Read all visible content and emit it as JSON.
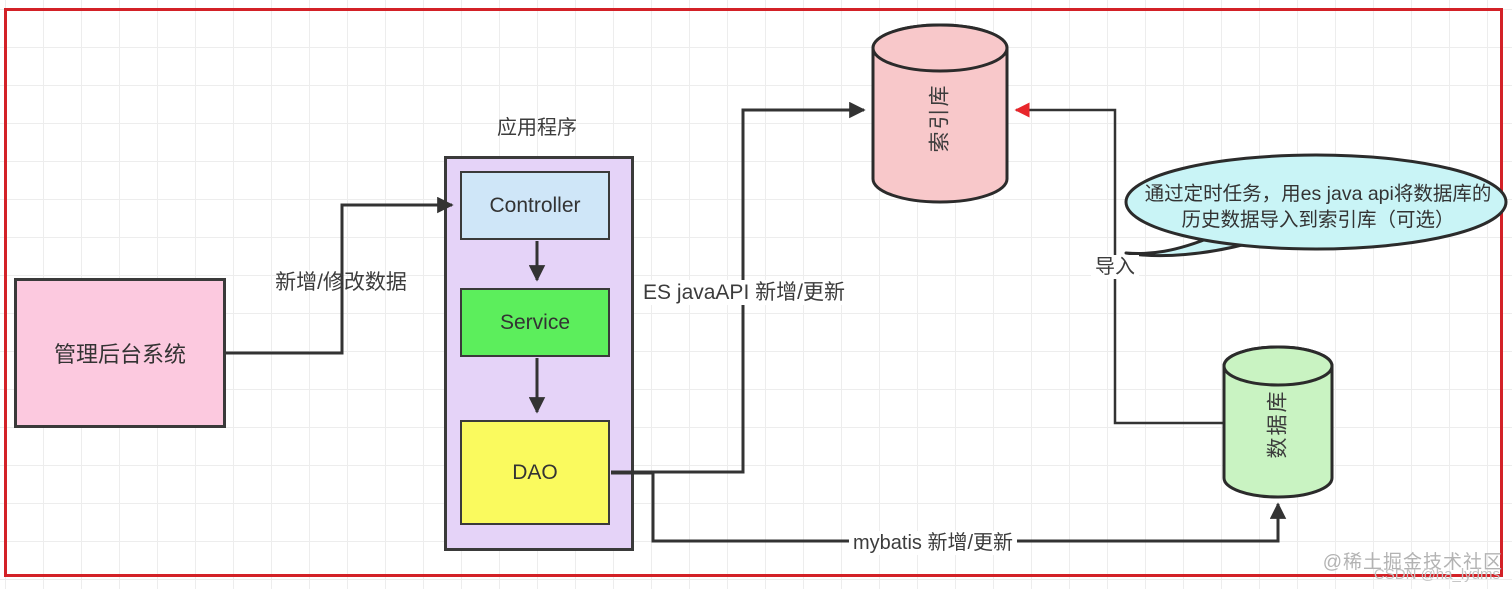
{
  "diagram": {
    "frame_color": "#d32127",
    "nodes": {
      "admin_system": {
        "label": "管理后台系统",
        "fill": "#fcc9df"
      },
      "app_container": {
        "label": "应用程序",
        "fill": "#e5d3f8"
      },
      "controller": {
        "label": "Controller",
        "fill": "#cfe6f8"
      },
      "service": {
        "label": "Service",
        "fill": "#5cee5c"
      },
      "dao": {
        "label": "DAO",
        "fill": "#fafa5e"
      },
      "index_db": {
        "label": "索引库",
        "fill": "#f8c8ca"
      },
      "database": {
        "label": "数据库",
        "fill": "#c9f3c2"
      }
    },
    "edges": {
      "add_modify": {
        "label": "新增/修改数据"
      },
      "es_javaapi": {
        "label": "ES javaAPI 新增/更新"
      },
      "mybatis": {
        "label": "mybatis 新增/更新"
      },
      "import": {
        "label": "导入",
        "color": "#e8262b"
      }
    },
    "callout": {
      "fill": "#c9f4f6",
      "line1": "通过定时任务，用es java api将数据库的",
      "line2": "历史数据导入到索引库（可选）"
    },
    "watermark": {
      "line1": "@稀土掘金技术社区",
      "line2": "CSDN @ha_lydms"
    }
  }
}
